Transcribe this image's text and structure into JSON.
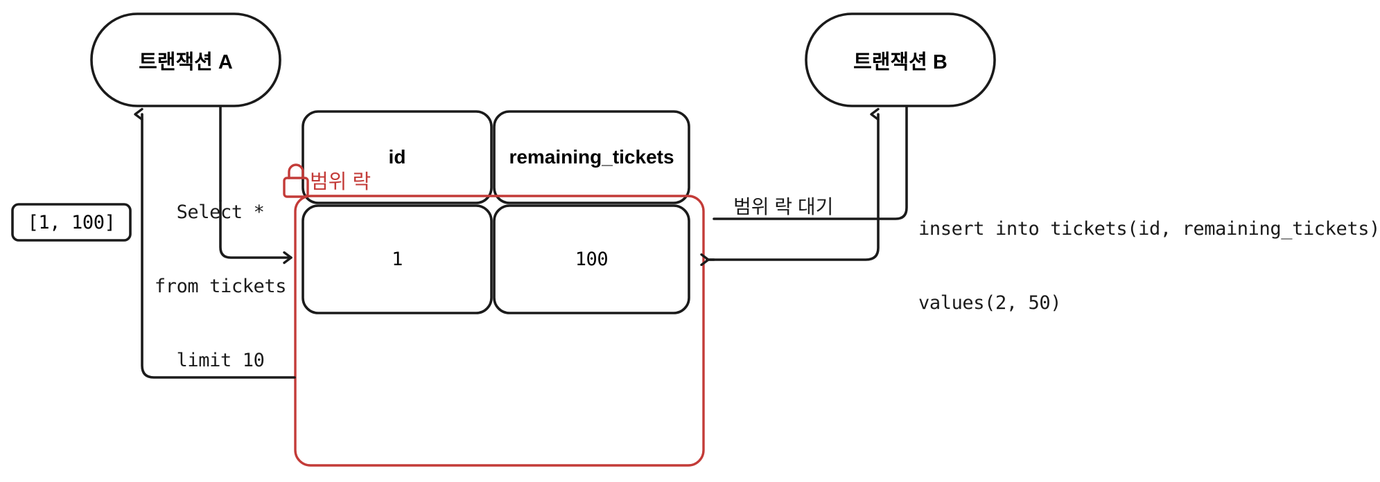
{
  "diagram": {
    "title_hidden": "",
    "background_color": "#ffffff",
    "stroke_color": "#1b1b1b",
    "accent_color": "#c33b38"
  },
  "nodes": {
    "transaction_a": {
      "label": "트랜잭션 A",
      "shape": "rounded-rect"
    },
    "transaction_b": {
      "label": "트랜잭션 B",
      "shape": "rounded-rect"
    },
    "range_box": {
      "label": "[1, 100]",
      "shape": "rounded-rect"
    }
  },
  "table": {
    "headers": [
      "id",
      "remaining_tickets"
    ],
    "rows": [
      [
        "1",
        "100"
      ]
    ]
  },
  "edges": {
    "select_query": {
      "label_lines": [
        "Select *",
        "from tickets",
        "limit 10"
      ]
    },
    "insert_query": {
      "label_lines": [
        "insert into tickets(id, remaining_tickets)",
        "values(2, 50)"
      ]
    },
    "wait_lock": {
      "label": "범위 락 대기"
    }
  },
  "annotations": {
    "range_lock": {
      "label": "범위 락",
      "icon": "lock-icon",
      "color": "#c33b38"
    }
  }
}
